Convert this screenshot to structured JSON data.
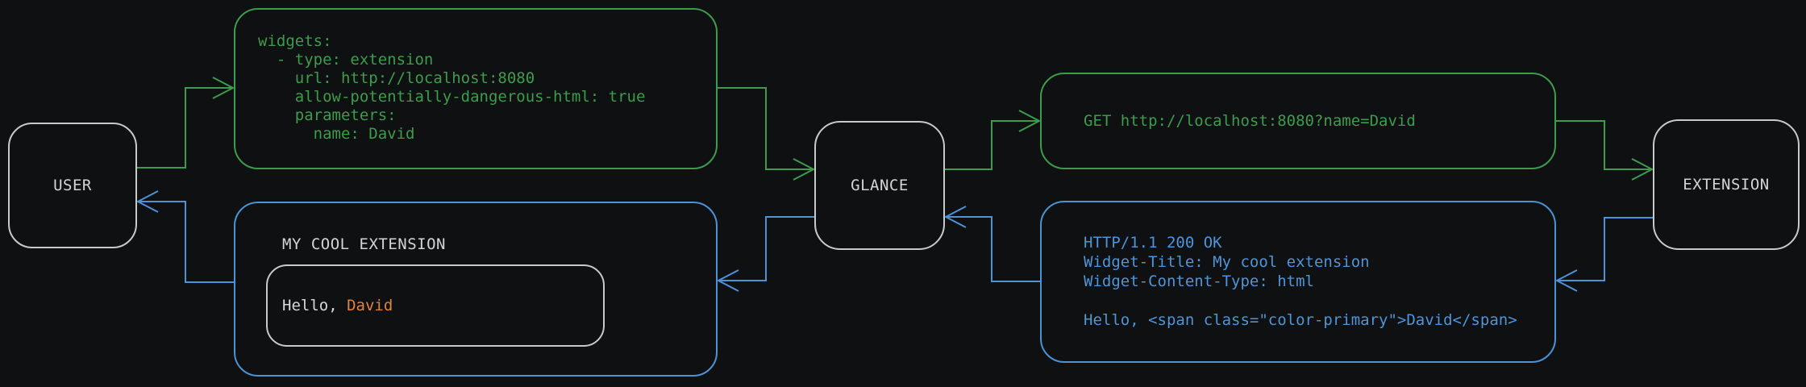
{
  "diagram": {
    "nodes": {
      "user": {
        "label": "USER"
      },
      "glance": {
        "label": "GLANCE"
      },
      "extension": {
        "label": "EXTENSION"
      }
    },
    "config_box": {
      "code": "widgets:\n  - type: extension\n    url: http://localhost:8080\n    allow-potentially-dangerous-html: true\n    parameters:\n      name: David"
    },
    "request_box": {
      "code": "GET http://localhost:8080?name=David"
    },
    "response_box": {
      "code": "HTTP/1.1 200 OK\nWidget-Title: My cool extension\nWidget-Content-Type: html\n\nHello, <span class=\"color-primary\">David</span>"
    },
    "widget_box": {
      "title": "MY COOL EXTENSION",
      "preview": {
        "greeting": "Hello, ",
        "name": "David"
      }
    },
    "colors": {
      "background": "#0f1011",
      "request_green": "#3d9c4c",
      "response_blue": "#4e94d8",
      "accent_orange": "#e2823c",
      "node_border": "#c9c9c9",
      "text_light": "#d4d4d4"
    }
  }
}
